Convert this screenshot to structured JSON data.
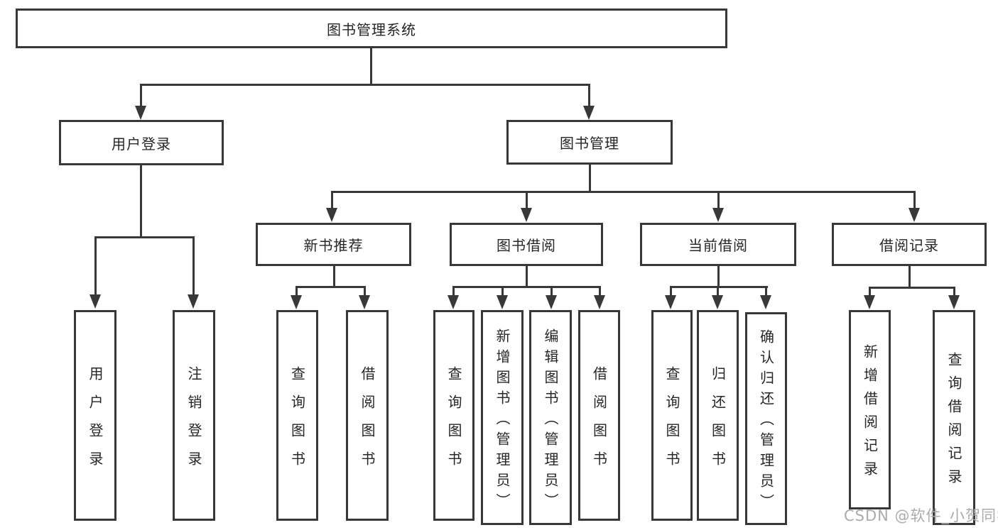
{
  "title": "图书管理系统",
  "tree": {
    "root": "图书管理系统",
    "children": [
      {
        "label": "用户登录",
        "children": [
          {
            "label": "用户登录"
          },
          {
            "label": "注销登录"
          }
        ]
      },
      {
        "label": "图书管理",
        "children": [
          {
            "label": "新书推荐",
            "children": [
              {
                "label": "查询图书"
              },
              {
                "label": "借阅图书"
              }
            ]
          },
          {
            "label": "图书借阅",
            "children": [
              {
                "label": "查询图书"
              },
              {
                "label": "新增图书（管理员）"
              },
              {
                "label": "编辑图书（管理员）"
              },
              {
                "label": "借阅图书"
              }
            ]
          },
          {
            "label": "当前借阅",
            "children": [
              {
                "label": "查询图书"
              },
              {
                "label": "归还图书"
              },
              {
                "label": "确认归还（管理员）"
              }
            ]
          },
          {
            "label": "借阅记录",
            "children": [
              {
                "label": "新增借阅记录"
              },
              {
                "label": "查询借阅记录"
              }
            ]
          }
        ]
      }
    ]
  },
  "watermark": "CSDN @软件_小贺同学",
  "colors": {
    "line": "#383838",
    "text": "#262626",
    "background": "#ffffff",
    "watermark": "#acacac"
  }
}
